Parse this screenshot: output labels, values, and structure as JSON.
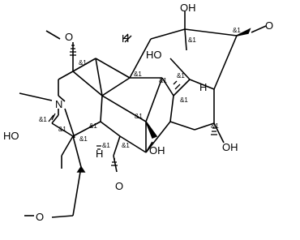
{
  "atom_labels": {
    "oh_top": "OH",
    "o_top_left": "O",
    "o_top_right": "O",
    "n_atom": "N",
    "oh_mid": "HO",
    "h_right": "H",
    "h_top": "H",
    "oh_left": "HO",
    "h_center": "H",
    "oh_center": "OH",
    "oh_right": "OH",
    "o_center": "O",
    "o_bottom": "O"
  },
  "stereo_labels": {
    "s1": "&1",
    "s2": "&1",
    "s3": "&1",
    "s4": "&1",
    "s5": "&1",
    "s6": "&1",
    "s7": "&1",
    "s8": "&1",
    "s9": "&1",
    "s10": "&1",
    "s11": "&1",
    "s12": "&1",
    "s13": "&1",
    "s14": "&1",
    "s15": "&1"
  }
}
